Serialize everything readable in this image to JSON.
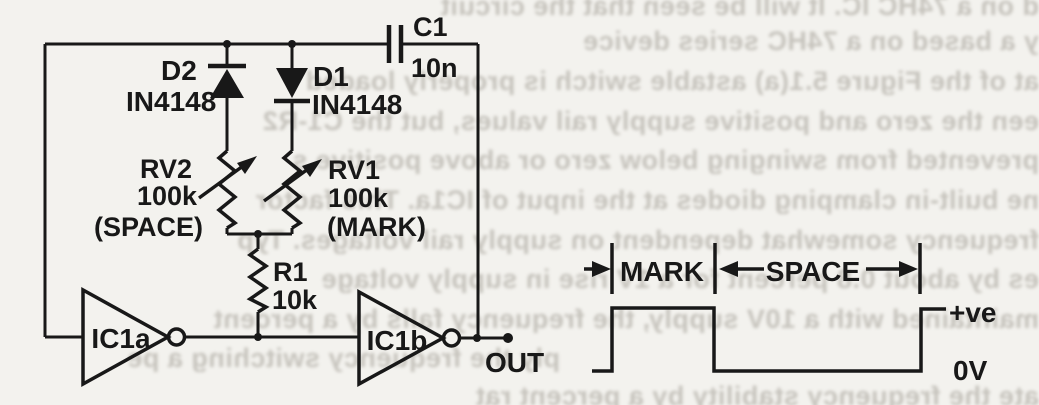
{
  "figure": {
    "paper_color": "#f3f2ee",
    "ink_color": "#181818",
    "type": "scanned schematic: two-inverter astable with mark/space control and output waveform"
  },
  "circuit": {
    "capacitor_c1": {
      "ref": "C1",
      "value": "10n"
    },
    "diode_d2": {
      "ref": "D2",
      "part": "IN4148"
    },
    "diode_d1": {
      "ref": "D1",
      "part": "IN4148"
    },
    "pot_rv2": {
      "ref": "RV2",
      "value": "100k",
      "role": "(SPACE)"
    },
    "pot_rv1": {
      "ref": "RV1",
      "value": "100k",
      "role": "(MARK)"
    },
    "resistor_r1": {
      "ref": "R1",
      "value": "10k"
    },
    "inverter_a": {
      "ref": "IC1a"
    },
    "inverter_b": {
      "ref": "IC1b"
    },
    "output_label": "OUT"
  },
  "waveform": {
    "mark_label": "MARK",
    "space_label": "SPACE",
    "high_label": "+ve",
    "low_label": "0V"
  },
  "bleedthrough_lines": [
    "d on a 74HC IC. It will be seen that the circuit",
    "y a based on a 74HC series device",
    "at of the Figure 5.1(a) astable switch is properly loaded",
    "een the zero and positive supply rail values, but the C1-R2",
    "prevented from swinging below zero or above positive s",
    "ne built-in clamping diodes at the input of IC1a. This factor",
    "frequency somewhat dependent on supply rail voltages. Typ",
    "es by about 0.8 percent for a 1V rise in supply voltage",
    "maintained with a 10V supply, the frequency falls by a percent",
    "ply the frequency switching a pe",
    "ate the frequency stability by a percent rat"
  ]
}
